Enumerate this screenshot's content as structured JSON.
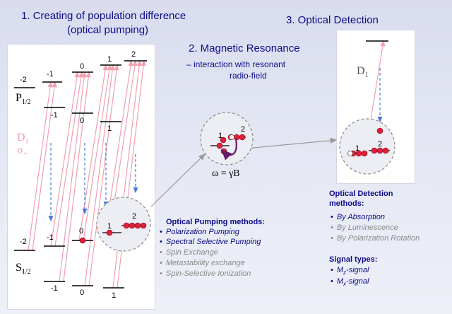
{
  "headings": {
    "pumping_line1": "1. Creating of population difference",
    "pumping_line2": "(optical pumping)",
    "resonance": "2. Magnetic Resonance",
    "resonance_sub1": "– interaction with resonant",
    "resonance_sub2": "radio-field",
    "detection": "3. Optical Detection"
  },
  "levels": {
    "p_label": "P",
    "p_sub": "1/2",
    "s_label": "S",
    "s_sub": "1/2",
    "d1": "D",
    "d1_sub": "1",
    "sigma": "σ",
    "sigma_sub": "+",
    "p_upper": [
      "-2",
      "-1",
      "0",
      "1",
      "2"
    ],
    "p_lower": [
      "-1",
      "0",
      "1"
    ],
    "s_upper": [
      "-2",
      "-1",
      "0"
    ],
    "s_lower": [
      "-1",
      "0",
      "1"
    ]
  },
  "circles": {
    "pump_left": "1",
    "pump_right": "2",
    "res_left": "1",
    "res_right": "2",
    "omega_eq": "ω = γB",
    "det_left": "1",
    "det_right": "2",
    "det_d1": "D",
    "det_d1_sub": "1"
  },
  "pumping_methods": {
    "title": "Optical Pumping methods:",
    "items": [
      {
        "label": "Polarization Pumping",
        "active": true
      },
      {
        "label": "Spectral Selective Pumping",
        "active": true
      },
      {
        "label": "Spin Exchange",
        "active": false
      },
      {
        "label": "Metastability exchange",
        "active": false
      },
      {
        "label": "Spin-Selective Ionization",
        "active": false
      }
    ]
  },
  "detection_methods": {
    "title_line1": "Optical Detection",
    "title_line2": "methods:",
    "items": [
      {
        "label": "By Absorption",
        "active": true
      },
      {
        "label": "By Luminescence",
        "active": false
      },
      {
        "label": "By Polarization Rotation",
        "active": false
      }
    ]
  },
  "signal_types": {
    "title": "Signal types:",
    "mz_main": "M",
    "mz_sub": "z",
    "mz_rest": "-signal",
    "mx_main": "M",
    "mx_sub": "x",
    "mx_rest": "-signal"
  },
  "colors": {
    "heading": "#0c0c8a",
    "arrow": "#f0a0b0",
    "dashed_arrow": "#4a78d8",
    "atom": "#e0203a",
    "active_text": "#0c0c8a",
    "inactive_text": "#8a8a8a",
    "rf_arrow": "#6a1a6a"
  }
}
